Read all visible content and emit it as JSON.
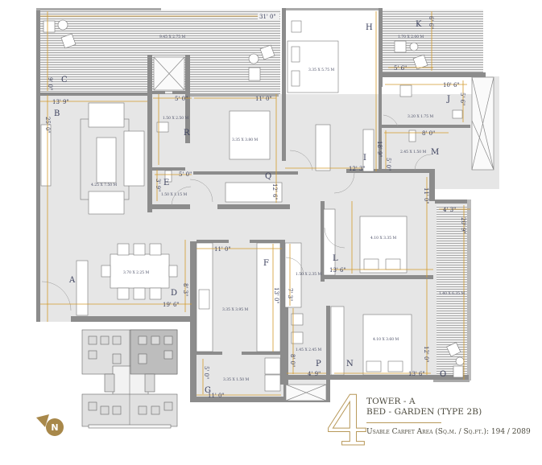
{
  "title_block": {
    "number": "4",
    "tower": "TOWER - A",
    "unit_type": "BED - GARDEN (TYPE 2B)",
    "area_label": "Usable Carpet Area (Sq.m. / Sq.ft.):",
    "area_value": "194 / 2089"
  },
  "compass": {
    "icon": "north-arrow-icon",
    "label": "N",
    "color": "#a8884a"
  },
  "colors": {
    "wall": "#8c8c8c",
    "floor": "#e6e6e6",
    "dimension": "#d39a2b",
    "text": "#3a3f5c",
    "accent": "#b8995a"
  },
  "rooms": {
    "A": {
      "label": "A",
      "size": ""
    },
    "B": {
      "label": "B",
      "size": "4.25 X 7.50 M"
    },
    "C": {
      "label": "C",
      "size": "9.45 X 2.75 M"
    },
    "D": {
      "label": "D",
      "size": "3.70 X 2.25 M"
    },
    "E": {
      "label": "E",
      "size": "1.50 X 1.15 M"
    },
    "F": {
      "label": "F",
      "size": "3.35 X 3.95 M"
    },
    "G": {
      "label": "G",
      "size": "3.35 X 1.50 M"
    },
    "H": {
      "label": "H",
      "size": "3.35 X 5.75 M"
    },
    "I": {
      "label": "I",
      "size": ""
    },
    "J": {
      "label": "J",
      "size": "3.20 X 1.75 M"
    },
    "K": {
      "label": "K",
      "size": "1.70 X 2.00 M"
    },
    "L": {
      "label": "L",
      "size": "4.10 X 3.35 M"
    },
    "M": {
      "label": "M",
      "size": "2.45 X 1.50 M"
    },
    "N": {
      "label": "N",
      "size": "4.10 X 3.60 M"
    },
    "O": {
      "label": "O",
      "size": "1.40 X 6.35 M"
    },
    "P": {
      "label": "P",
      "size": "1.45 X 2.45 M"
    },
    "Q": {
      "label": "Q",
      "size": "3.35 X 3.80 M"
    },
    "R": {
      "label": "R",
      "size": "1.50 X 2.50 M"
    },
    "L_bath": {
      "size": "1.50 X 2.35 M"
    }
  },
  "dimensions": {
    "top_width": "31' 0\"",
    "c_height": "9' 0\"",
    "b_width": "13' 9\"",
    "b_height": "25' 0\"",
    "r_width": "5' 0\"",
    "q_width": "11' 0\"",
    "e_width": "5' 0\"",
    "e_height": "3' 9\"",
    "q_height": "12' 6\"",
    "d_width": "19' 6\"",
    "d_height": "8' 3\"",
    "kitchen_width": "11' 0\"",
    "kitchen_height": "13' 0\"",
    "l_bath_height": "7' 3\"",
    "g_height": "5' 0\"",
    "g_width": "11' 0\"",
    "h_height": "18' 9\"",
    "h_width": "12' 3\"",
    "k_height": "6' 6\"",
    "k_width": "5' 6\"",
    "j_width": "10' 6\"",
    "j_height": "5' 6\"",
    "m_width": "8' 0\"",
    "m_height": "5' 0\"",
    "l_height": "11' 0\"",
    "l_width": "13' 6\"",
    "o_width": "4' 3\"",
    "o_height": "20' 9\"",
    "n_height": "12' 0\"",
    "n_width": "13' 6\"",
    "p_width": "4' 9\"",
    "p_height": "8' 0\""
  }
}
